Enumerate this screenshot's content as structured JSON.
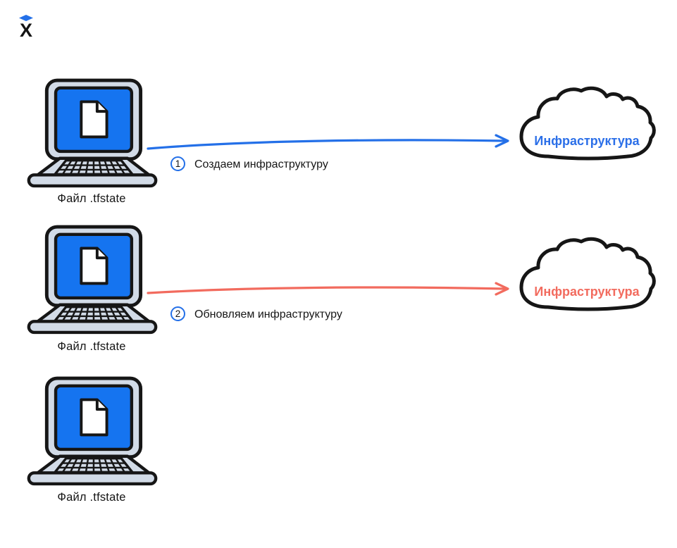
{
  "page": {
    "background": "#FFFFFF",
    "type": "terraform-tfstate-diagram"
  },
  "logo": {
    "letter": "X",
    "diamond_color": "#2470E8",
    "letter_color": "#141414"
  },
  "colors": {
    "accent_blue": "#2470E8",
    "screen_blue": "#1574F0",
    "accent_red": "#F26B5E",
    "laptop_body": "#D2DBE7",
    "outline": "#161616",
    "cloud_fill": "#FFFFFF"
  },
  "laptops": [
    {
      "label": "Файл .tfstate"
    },
    {
      "label": "Файл .tfstate"
    },
    {
      "label": "Файл .tfstate"
    }
  ],
  "steps": [
    {
      "number": "1",
      "text": "Создаем инфраструктуру",
      "arrow_color": "#2470E8"
    },
    {
      "number": "2",
      "text": "Обновляем инфраструктуру",
      "arrow_color": "#F26B5E"
    }
  ],
  "clouds": [
    {
      "label": "Инфраструктура",
      "text_color": "#2B6FE8"
    },
    {
      "label": "Инфраструктура",
      "text_color": "#F26B5E"
    }
  ]
}
